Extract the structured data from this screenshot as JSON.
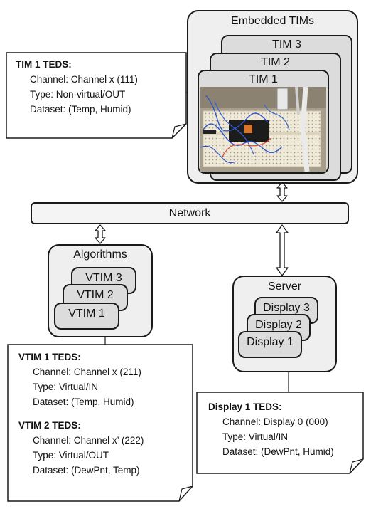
{
  "tims": {
    "title": "Embedded TIMs",
    "cards": [
      "TIM 3",
      "TIM 2",
      "TIM 1"
    ]
  },
  "tim_note": {
    "heading": "TIM 1 TEDS:",
    "lines": [
      "Channel: Channel x (111)",
      "Type: Non-virtual/OUT",
      "Dataset: (Temp, Humid)"
    ]
  },
  "network": {
    "label": "Network"
  },
  "algorithms": {
    "title": "Algorithms",
    "cards": [
      "VTIM 3",
      "VTIM 2",
      "VTIM 1"
    ]
  },
  "server": {
    "title": "Server",
    "cards": [
      "Display 3",
      "Display 2",
      "Display 1"
    ]
  },
  "vtim_note": {
    "sections": [
      {
        "heading": "VTIM 1 TEDS:",
        "lines": [
          "Channel: Channel x (211)",
          "Type: Virtual/IN",
          "Dataset: (Temp, Humid)"
        ]
      },
      {
        "heading": "VTIM 2 TEDS:",
        "lines": [
          "Channel: Channel x’ (222)",
          "Type: Virtual/OUT",
          "Dataset: (DewPnt, Temp)"
        ]
      }
    ]
  },
  "display_note": {
    "heading": "Display 1 TEDS:",
    "lines": [
      "Channel: Display 0 (000)",
      "Type: Virtual/IN",
      "Dataset: (DewPnt, Humid)"
    ]
  }
}
